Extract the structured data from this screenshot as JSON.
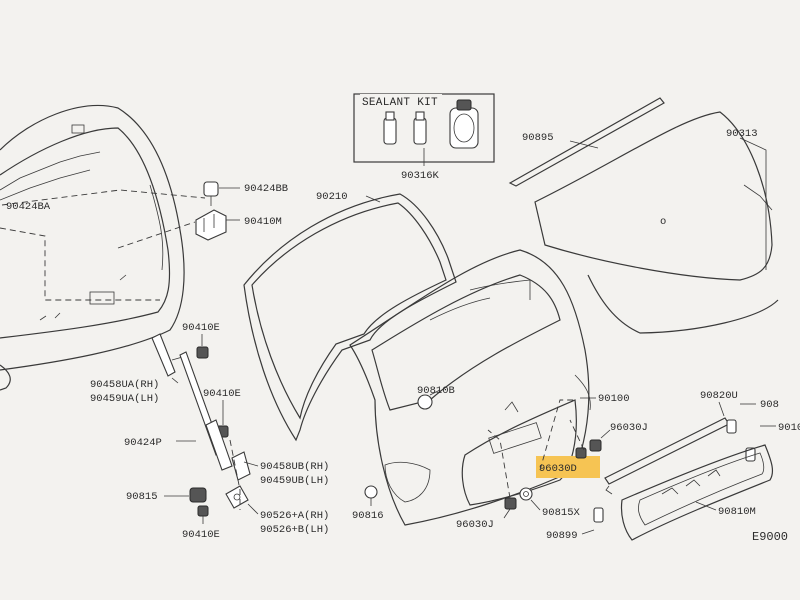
{
  "diagram": {
    "sealant_kit_title": "SEALANT KIT",
    "corner_code": "E9000",
    "highlight_color": "#f6c453",
    "labels": {
      "p90316K": "90316K",
      "p90895": "90895",
      "p90313": "90313",
      "p90210": "90210",
      "p90424BB": "90424BB",
      "p90410M": "90410M",
      "p90424BA": "90424BA",
      "p90410E_1": "90410E",
      "p90458UA": "90458UA(RH)",
      "p90459UA": "90459UA(LH)",
      "p90410E_2": "90410E",
      "p90424P": "90424P",
      "p90458UB": "90458UB(RH)",
      "p90459UB": "90459UB(LH)",
      "p90815": "90815",
      "p90526A": "90526+A(RH)",
      "p90526B": "90526+B(LH)",
      "p90410E_3": "90410E",
      "p90816": "90816",
      "p90810B": "90810B",
      "p90100": "90100",
      "p96030J_1": "96030J",
      "p96030D": "96030D",
      "p90815X": "90815X",
      "p96030J_2": "96030J",
      "p90899": "90899",
      "p90820U": "90820U",
      "p908_a": "908",
      "p9010": "9010",
      "p90810M": "90810M"
    }
  }
}
